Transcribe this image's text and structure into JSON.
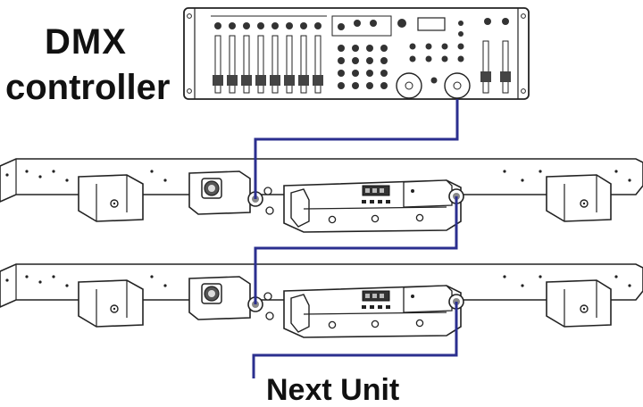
{
  "labels": {
    "dmx": "DMX",
    "controller": "controller",
    "next_unit": "Next Unit"
  },
  "colors": {
    "cable": "#2b2f8f",
    "line": "#222222",
    "fill": "#ffffff",
    "knob": "#444444"
  },
  "icons": [
    "dmx-controller-icon",
    "light-bar-icon",
    "xlr-connector-icon",
    "power-connector-icon",
    "led-display-icon"
  ]
}
